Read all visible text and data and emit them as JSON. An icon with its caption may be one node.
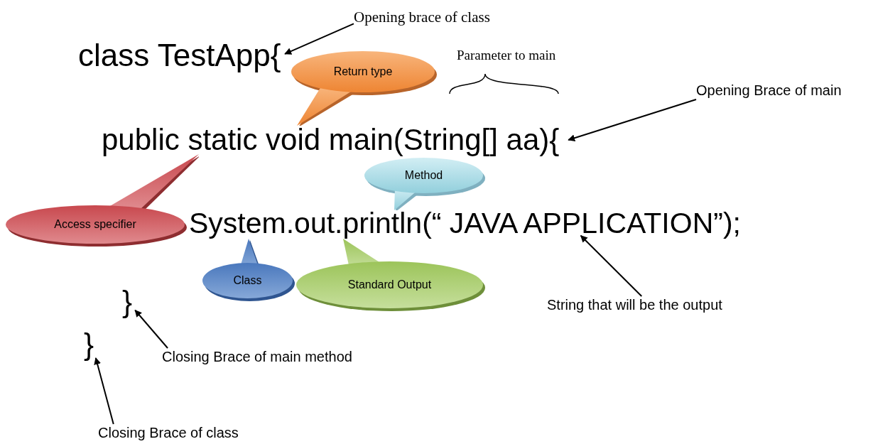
{
  "diagram": {
    "nodes": [
      {
        "text": [
          "class TestApp{"
        ]
      },
      {
        "text": [
          "Opening brace of class"
        ]
      },
      {
        "text": [
          "Return type"
        ]
      },
      {
        "text": [
          "public static void main(String[] aa){"
        ]
      },
      {
        "text": [
          "Opening Brace of main"
        ]
      },
      {
        "text": [
          "Method"
        ]
      },
      {
        "text": [
          "Access specifier"
        ]
      },
      {
        "text": [
          "System.out.println(“ JAVA APPLICATION”);"
        ]
      },
      {
        "text": [
          "Class"
        ]
      },
      {
        "text": [
          "Standard Output"
        ]
      },
      {
        "text": [
          "String that will be the output"
        ]
      },
      {
        "text": [
          "}"
        ]
      },
      {
        "text": [
          "Closing Brace of main method"
        ]
      },
      {
        "text": [
          "}"
        ]
      },
      {
        "text": [
          "Closing Brace of class"
        ]
      }
    ],
    "edges": [
      {
        "from": 1,
        "to": 0,
        "arrow": "to"
      },
      {
        "from": 4,
        "to": 3,
        "arrow": "to"
      },
      {
        "from": 10,
        "to": 7,
        "arrow": "to"
      },
      {
        "from": 12,
        "to": 11,
        "arrow": "to"
      },
      {
        "from": 14,
        "to": 13,
        "arrow": "to"
      }
    ],
    "labels": [
      "Parameter to main"
    ]
  }
}
